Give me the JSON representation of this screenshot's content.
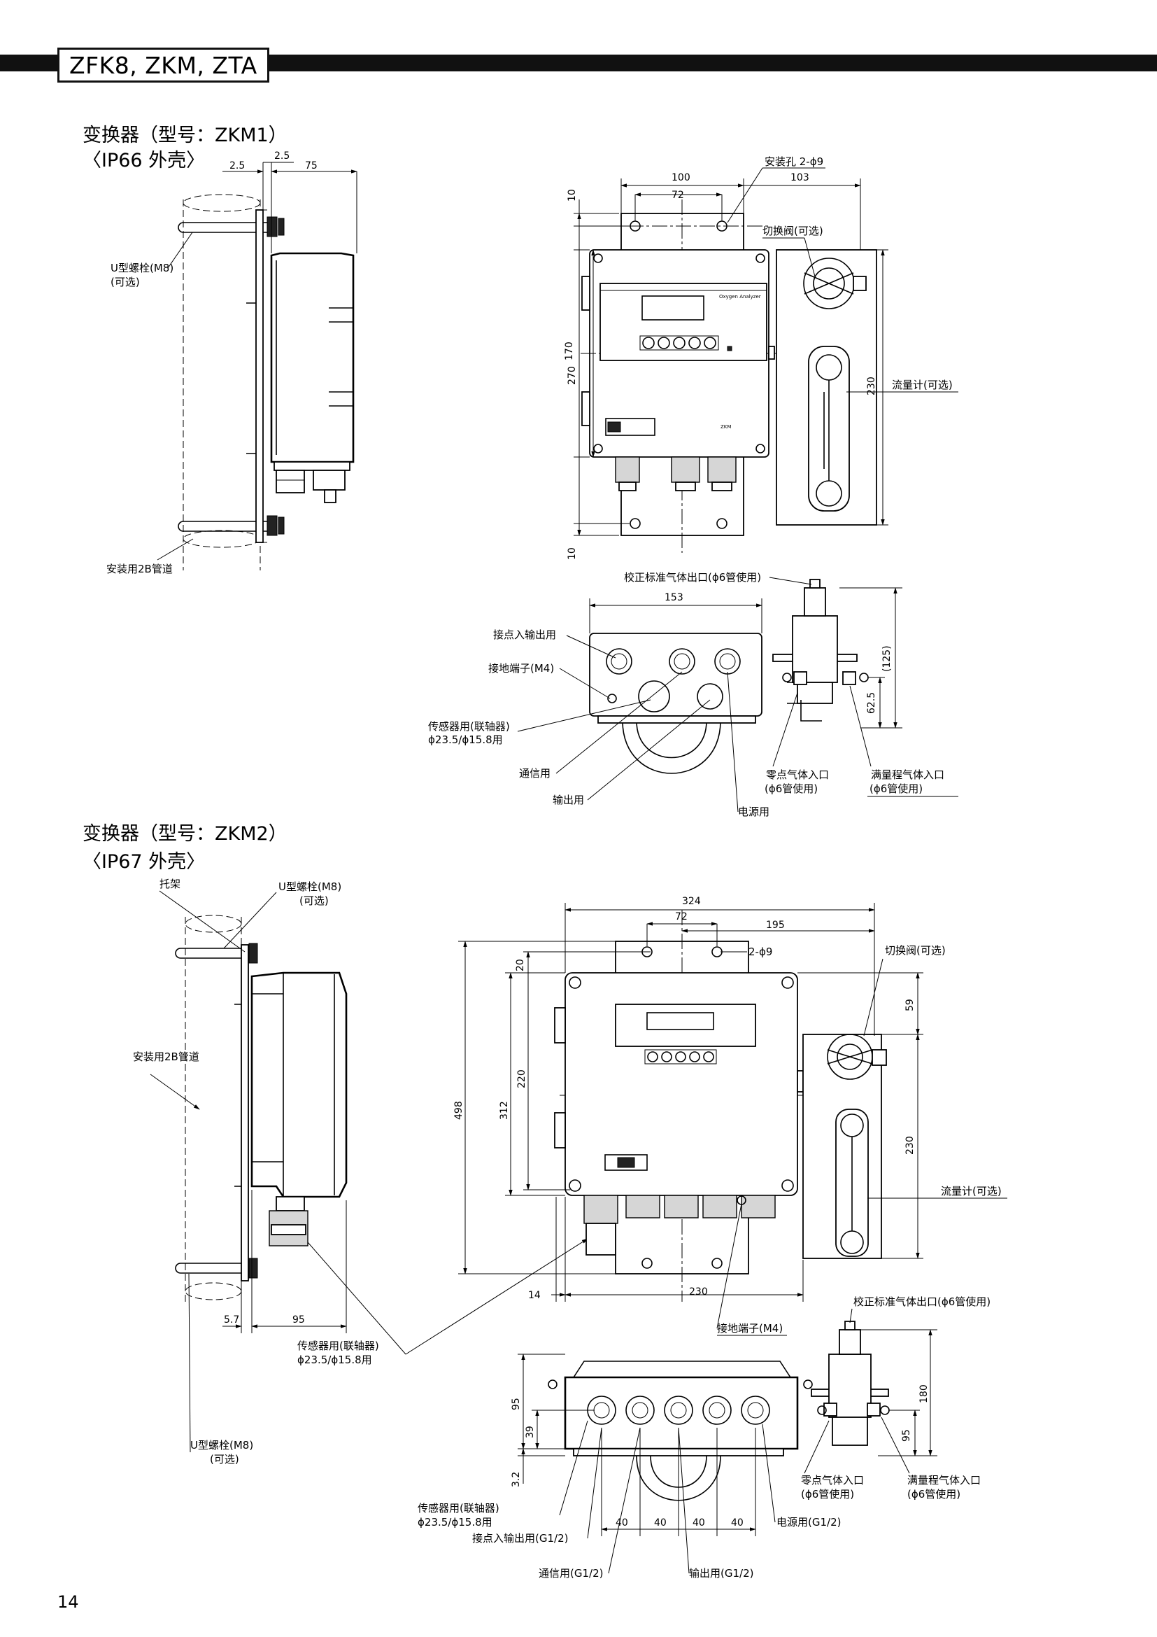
{
  "header": {
    "title": "ZFK8, ZKM, ZTA"
  },
  "section1": {
    "title": "变换器（型号：ZKM1）",
    "subtitle": "〈IP66 外壳〉"
  },
  "section2": {
    "title": "变换器（型号：ZKM2）",
    "subtitle": "〈IP67 外壳〉"
  },
  "page_number": "14",
  "labels1": {
    "u_bolt": "U型螺栓(M8)",
    "optional": "(可选)",
    "pipe": "安装用2B管道",
    "mount_hole": "安装孔 2-ϕ9",
    "switch_valve": "切换阀(可选)",
    "flowmeter": "流量计(可选)",
    "cal_outlet": "校正标准气体出口(ϕ6管使用)",
    "contact_io": "接点入输出用",
    "ground": "接地端子(M4)",
    "sensor": "传感器用(联轴器)",
    "sensor_size": "ϕ23.5/ϕ15.8用",
    "comm": "通信用",
    "output": "输出用",
    "power": "电源用",
    "zero_gas": "零点气体入口",
    "tube_use": "(ϕ6管使用)",
    "span_gas": "满量程气体入口"
  },
  "dims1": {
    "d2_5a": "2.5",
    "d2_5b": "2.5",
    "d75": "75",
    "d100": "100",
    "d72": "72",
    "d103": "103",
    "d10a": "10",
    "d10b": "10",
    "d270": "270",
    "d170": "170",
    "d230": "230",
    "d153": "153",
    "d125": "(125)",
    "d62_5": "62.5"
  },
  "labels2": {
    "bracket": "托架",
    "u_bolt": "U型螺栓(M8)",
    "optional": "(可选)",
    "pipe": "安装用2B管道",
    "switch_valve": "切换阀(可选)",
    "hole": "2-ϕ9",
    "flowmeter": "流量计(可选)",
    "cal_outlet": "校正标准气体出口(ϕ6管使用)",
    "ground": "接地端子(M4)",
    "sensor": "传感器用(联轴器)",
    "sensor_size": "ϕ23.5/ϕ15.8用",
    "u_bolt_b": "U型螺栓(M8)",
    "optional_b": "(可选)",
    "zero_gas": "零点气体入口",
    "tube_use": "(ϕ6管使用)",
    "span_gas": "满量程气体入口",
    "sensor_b": "传感器用(联轴器)",
    "sensor_size_b": "ϕ23.5/ϕ15.8用",
    "contact_io": "接点入输出用(G1/2)",
    "power": "电源用(G1/2)",
    "comm": "通信用(G1/2)",
    "output": "输出用(G1/2)"
  },
  "dims2": {
    "d324": "324",
    "d72": "72",
    "d195": "195",
    "d20": "20",
    "d59": "59",
    "d498": "498",
    "d312": "312",
    "d220": "220",
    "d230": "230",
    "d14": "14",
    "d230b": "230",
    "d5_7": "5.7",
    "d95": "95",
    "d95b": "95",
    "d39": "39",
    "d3_2": "3.2",
    "d180": "180",
    "d95c": "95",
    "d40a": "40",
    "d40b": "40",
    "d40c": "40",
    "d40d": "40"
  },
  "panel_labels": {
    "brand": "Oxygen Analyzer",
    "model": "ZKM"
  }
}
